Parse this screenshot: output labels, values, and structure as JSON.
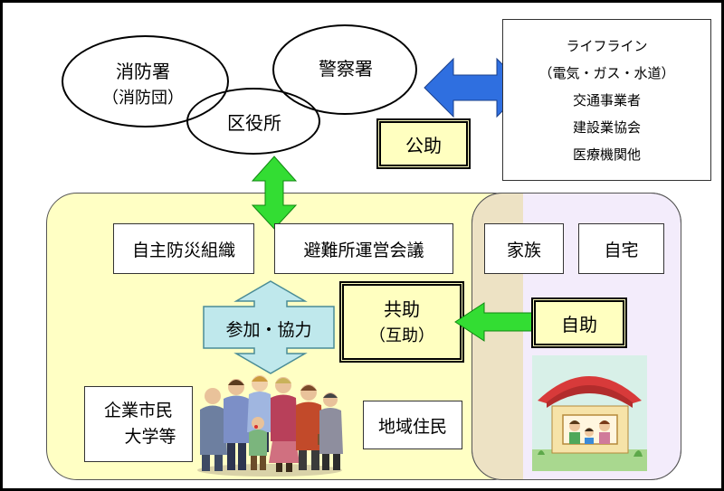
{
  "public_agencies": {
    "fire_department": {
      "line1": "消防署",
      "line2": "（消防団）"
    },
    "police": "警察署",
    "ward_office": "区役所"
  },
  "infrastructure_box": {
    "lines": [
      "ライフライン",
      "（電気・ガス・水道）",
      "交通事業者",
      "建設業協会",
      "医療機関他"
    ]
  },
  "labels": {
    "public_help": "公助",
    "mutual_help_line1": "共助",
    "mutual_help_line2": "（互助）",
    "self_help": "自助",
    "participation": "参加・協力"
  },
  "community": {
    "disaster_org": "自主防災組織",
    "shelter_council": "避難所運営会議",
    "companies_line1": "企業市民",
    "companies_line2": "大学等",
    "residents": "地域住民"
  },
  "household": {
    "family": "家族",
    "home": "自宅"
  },
  "colors": {
    "community_zone": "#ffffc4",
    "household_zone": "#f3ecfb",
    "overlap_zone": "#ede2c4",
    "public_arrow": "#2f6fe0",
    "cooperation_arrow": "#33dd33",
    "participation_arrow": "#bfe8ec",
    "highlight_box": "#ffffc0"
  }
}
